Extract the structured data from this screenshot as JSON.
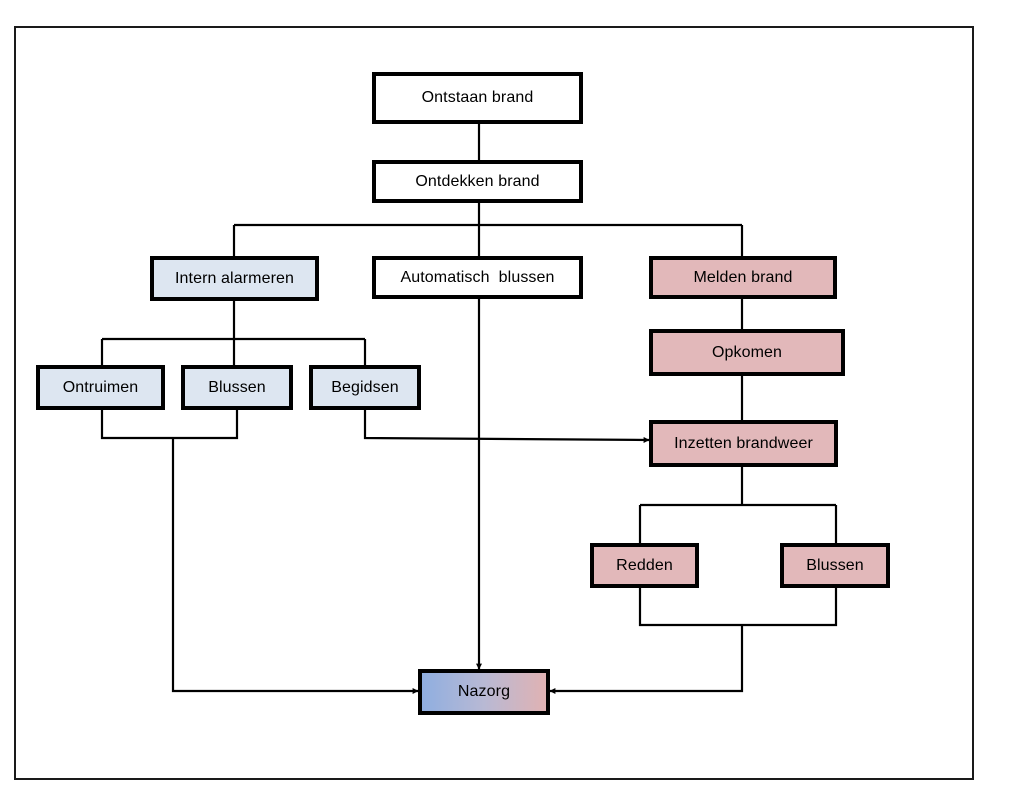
{
  "diagram": {
    "nodes": {
      "ontstaan": "Ontstaan brand",
      "ontdekken": "Ontdekken brand",
      "intern": "Intern alarmeren",
      "auto": "Automatisch  blussen",
      "melden": "Melden brand",
      "opkomen": "Opkomen",
      "ontruimen": "Ontruimen",
      "blussen_left": "Blussen",
      "begidsen": "Begidsen",
      "inzetten": "Inzetten brandweer",
      "redden": "Redden",
      "blussen_right": "Blussen",
      "nazorg": "Nazorg"
    },
    "colors": {
      "blue_fill": "#dde6f1",
      "pink_fill": "#e2b8ba",
      "white_fill": "#ffffff",
      "border": "#000000",
      "gradient_start": "#8faee0",
      "gradient_end": "#e0b2b3"
    }
  }
}
